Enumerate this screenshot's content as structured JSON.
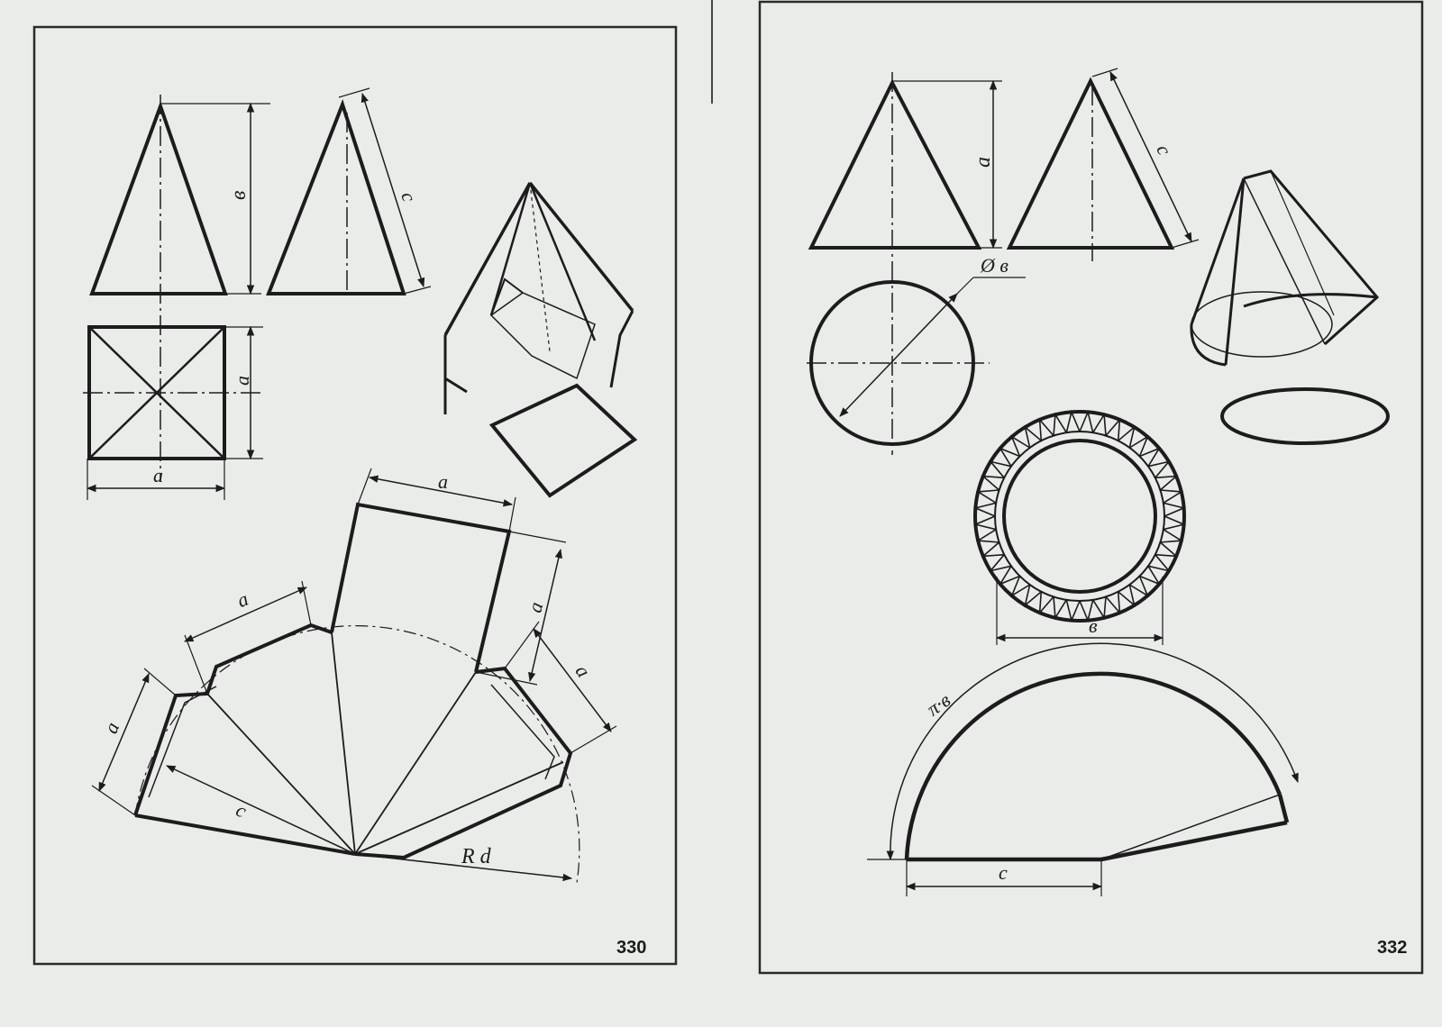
{
  "palette": {
    "paper": "#e9ece9",
    "ink": "#1c1c1c",
    "frame": "#2a2a2a"
  },
  "left_sheet": {
    "page_number": "330",
    "labels": {
      "b_height": "в",
      "c_slant": "c",
      "a_side_v": "a",
      "a_side_h": "a",
      "net_a_top": "a",
      "net_a_right1": "a",
      "net_a_right2": "a",
      "net_a_left1": "a",
      "net_a_left2": "a",
      "net_c": "c",
      "net_radius": "R d"
    }
  },
  "right_sheet": {
    "page_number": "332",
    "labels": {
      "a_height": "a",
      "c_slant": "c",
      "diameter": "Ø в",
      "ring_b": "в",
      "arc_length": "π·в",
      "net_c": "c"
    }
  }
}
